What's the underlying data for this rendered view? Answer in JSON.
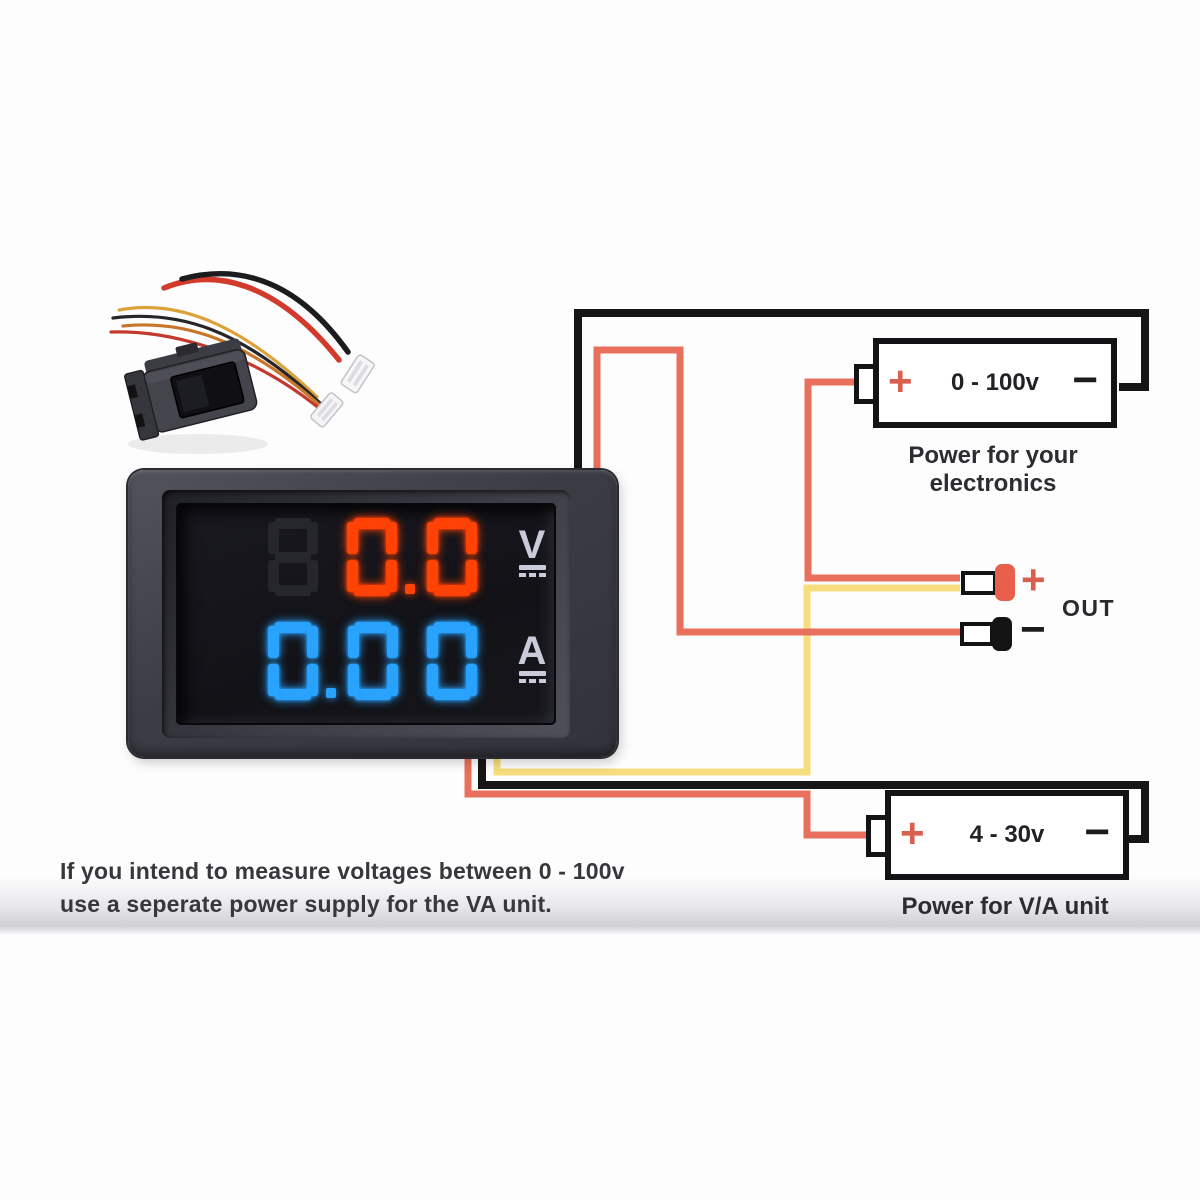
{
  "colors": {
    "background": "#fdfdfe",
    "wire_red": "#e8705c",
    "wire_yellow": "#f6dd7d",
    "wire_black": "#161616",
    "terminal_cap_red": "#e8604c",
    "terminal_cap_black": "#141414",
    "plus_red": "#d8604f",
    "minus_black": "#1d1d1f",
    "segment_red": "#ff4206",
    "segment_blue": "#2aa3ff",
    "segment_unlit": "#26262d",
    "unit_text": "#c9cbda"
  },
  "meter": {
    "volt_row": {
      "unlit_digit": "8",
      "value": "0.0",
      "unit": "V"
    },
    "amp_row": {
      "unlit_digit": "",
      "value": "0.00",
      "unit": "A"
    }
  },
  "photo": {
    "harness_2wire_colors": [
      "red",
      "black"
    ],
    "harness_3wire_colors": [
      "yellow",
      "black",
      "red"
    ]
  },
  "diagram": {
    "top_battery": {
      "plus": "+",
      "label": "0 - 100v",
      "minus": "−",
      "caption": "Power for your electronics"
    },
    "bottom_battery": {
      "plus": "+",
      "label": "4 - 30v",
      "minus": "−",
      "caption": "Power for V/A unit"
    },
    "out": {
      "plus": "+",
      "minus": "−",
      "label": "OUT"
    }
  },
  "note": {
    "line1": "If you intend to measure voltages between 0 - 100v",
    "line2": "use a seperate power supply for the VA unit."
  }
}
